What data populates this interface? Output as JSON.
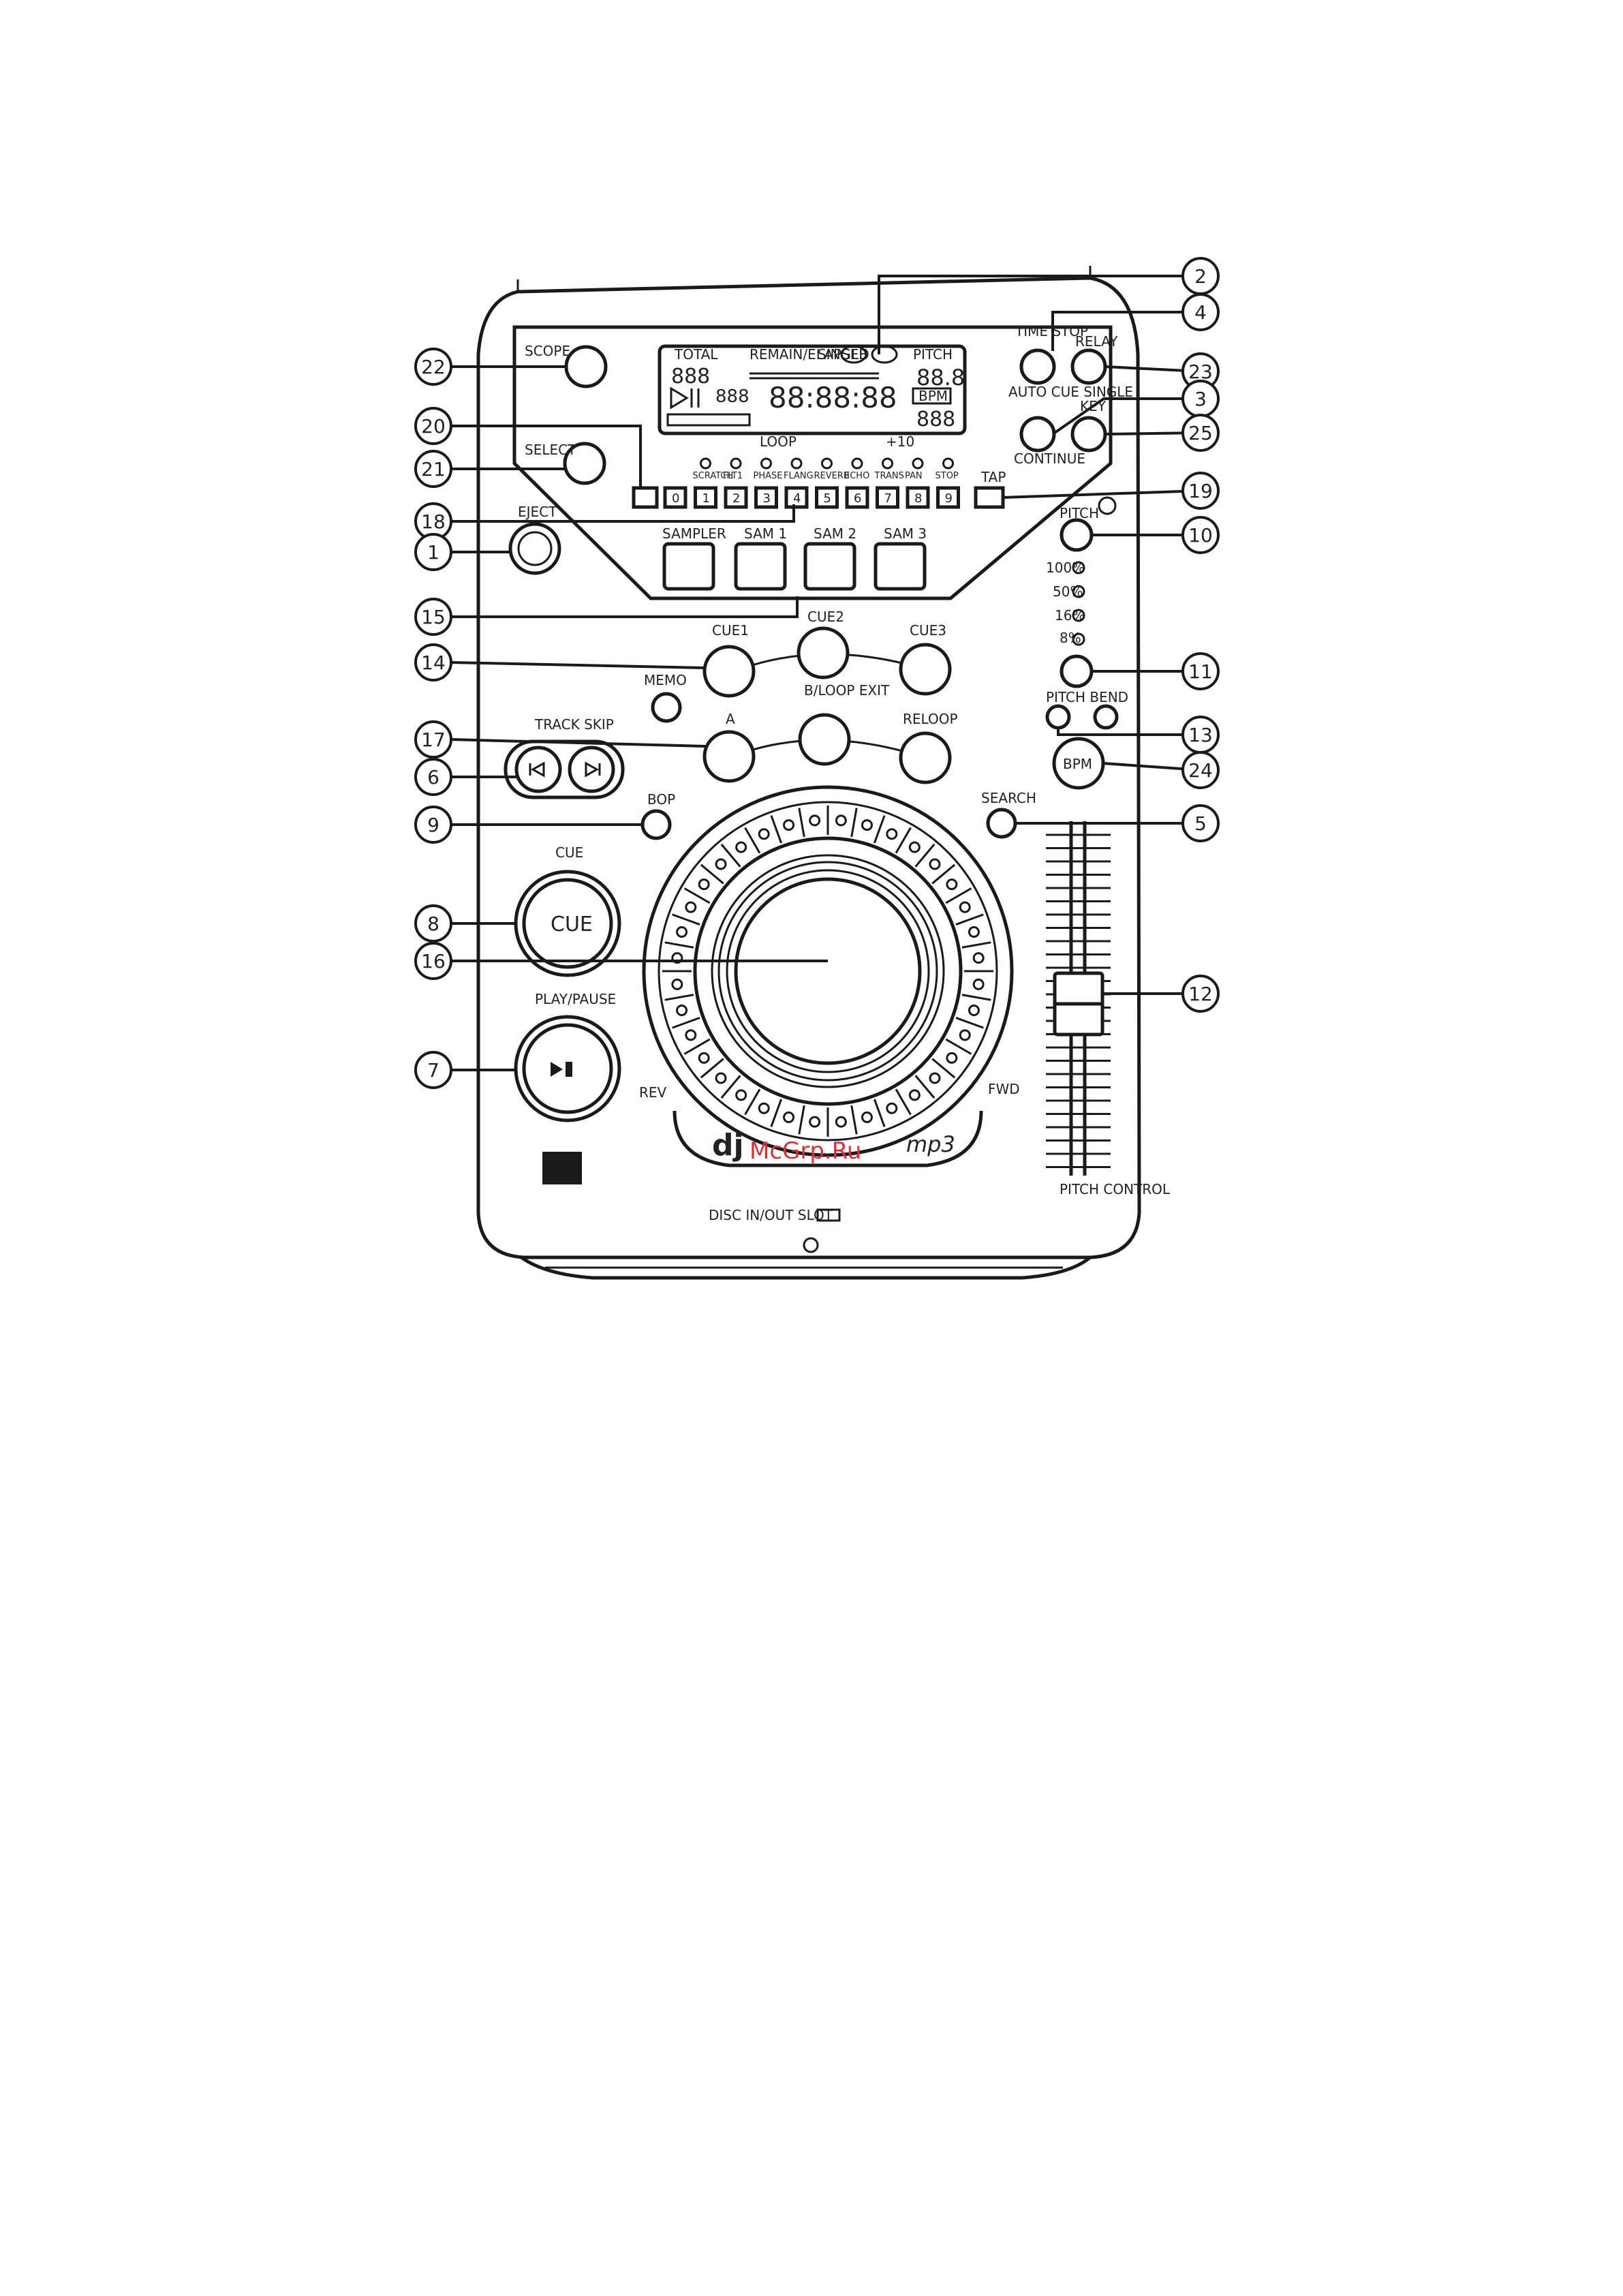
{
  "panel": {
    "display": {
      "top_left_label": "TOTAL",
      "top_mid_label": "REMAIN/ELAPSED",
      "top_mid2_label": "SINGLE",
      "top_right_label": "PITCH",
      "track_digits": "888",
      "small_digits": "888",
      "time_digits": "88:88:88",
      "pitch_digits": "88.8",
      "bpm_digits": "888",
      "bpm_label": "BPM"
    },
    "labels": {
      "scope": "SCOPE",
      "select": "SELECT",
      "eject": "EJECT",
      "time_stop": "TIME\nSTOP",
      "relay": "RELAY",
      "auto_cue_single": "AUTO CUE\nSINGLE",
      "key": "KEY",
      "continue": "CONTINUE",
      "pitch": "PITCH",
      "loop_left": "LOOP",
      "loop_right": "+10",
      "effect_right": "TAP",
      "sampler": "SAMPLER",
      "sam1": "SAM 1",
      "sam2": "SAM 2",
      "sam3": "SAM 3",
      "cue1": "CUE1",
      "cue2": "CUE2",
      "cue3": "CUE3",
      "memo": "MEMO",
      "a_label": "A",
      "bloop_exit": "B/LOOP\nEXIT",
      "reloop": "RELOOP",
      "track_skip": "TRACK   SKIP",
      "bop": "BOP",
      "search": "SEARCH",
      "cue_small": "CUE",
      "cue_big": "CUE",
      "play_pause": "PLAY/PAUSE",
      "rev": "REV",
      "fwd": "FWD",
      "pitch_bend": "PITCH  BEND",
      "bpm": "BPM",
      "pitch_control": "PITCH\nCONTROL",
      "disc_slot": "DISC IN/OUT SLOT",
      "pitch_range_100": "100%",
      "pitch_range_50": "50%",
      "pitch_range_16": "16%",
      "pitch_range_8": "8%",
      "brand_left": "dj",
      "brand_right": "mp3",
      "watermark": "McGrp.Ru"
    },
    "effect_buttons": [
      "0",
      "1",
      "2",
      "3",
      "4",
      "5",
      "6",
      "7",
      "8",
      "9"
    ],
    "effect_labels": [
      "SCRATCH",
      "FLT1",
      "PHASE",
      "FLANG",
      "REVERB",
      "ECHO",
      "TRANS",
      "PAN",
      "STOP"
    ]
  },
  "callouts": [
    "1",
    "2",
    "3",
    "4",
    "5",
    "6",
    "7",
    "8",
    "9",
    "10",
    "11",
    "12",
    "13",
    "14",
    "15",
    "16",
    "17",
    "18",
    "19",
    "20",
    "21",
    "22",
    "23",
    "24",
    "25"
  ]
}
